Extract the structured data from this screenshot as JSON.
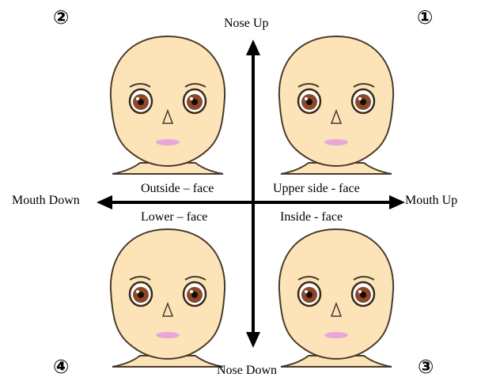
{
  "axes": {
    "top": "Nose Up",
    "bottom": "Nose Down",
    "left": "Mouth Down",
    "right": "Mouth Up"
  },
  "quadrant_labels": {
    "upper_left": "Outside – face",
    "upper_right": "Upper side - face",
    "lower_left": "Lower – face",
    "lower_right": "Inside - face"
  },
  "quadrant_numbers": {
    "upper_right": "①",
    "upper_left": "②",
    "lower_right": "③",
    "lower_left": "④"
  },
  "colors": {
    "skin": "#fde4b8",
    "skin_outline": "#4a3a2a",
    "iris": "#8a4a2a",
    "lips": "#e9a6d8",
    "axis": "#000000"
  }
}
